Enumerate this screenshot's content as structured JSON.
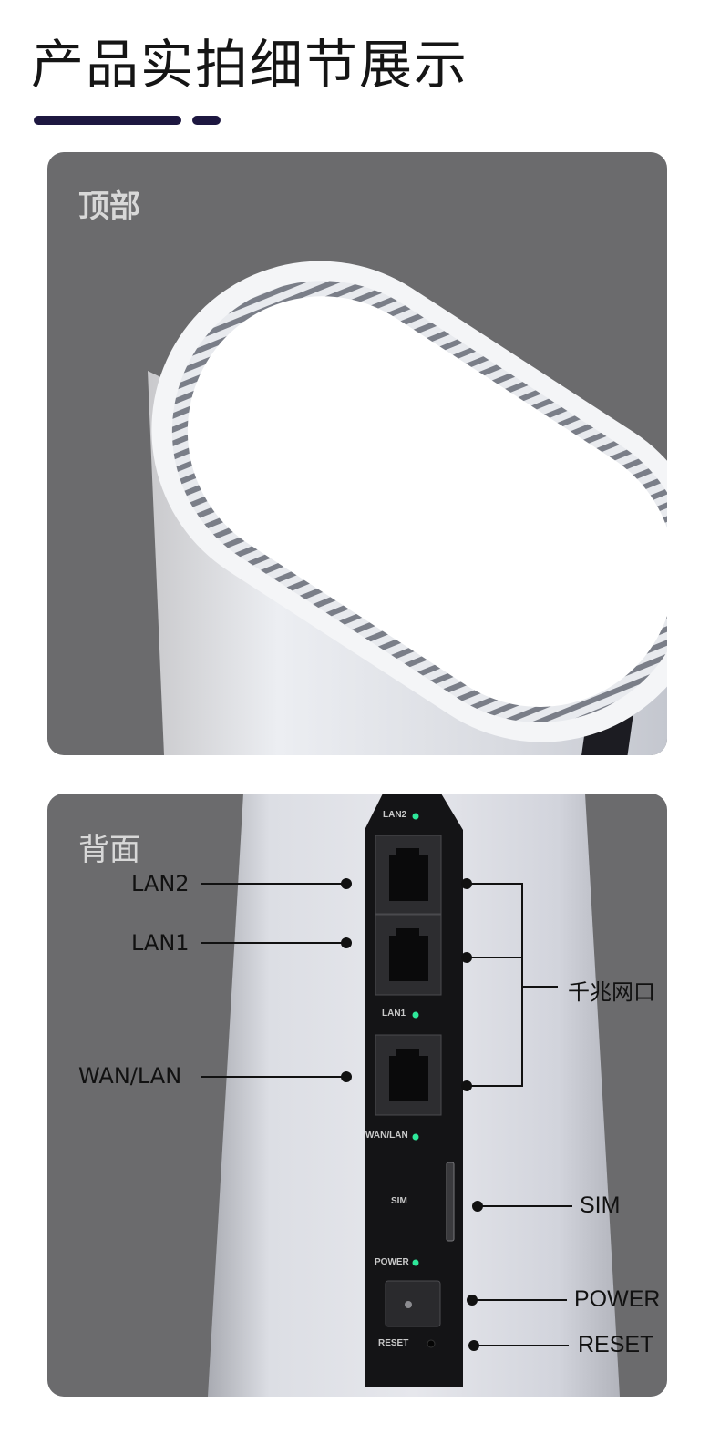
{
  "page": {
    "heading": "产品实拍细节展示",
    "accent_color": "#1d1740"
  },
  "top_panel": {
    "label": "顶部"
  },
  "back_panel": {
    "label": "背面",
    "device_text": {
      "lan2": "LAN2",
      "lan1": "LAN1",
      "wan_lan": "WAN/LAN",
      "sim": "SIM",
      "power": "POWER",
      "reset": "RESET"
    },
    "callouts_left": {
      "lan2": "LAN2",
      "lan1": "LAN1",
      "wan_lan": "WAN/LAN"
    },
    "callouts_right": {
      "gigabit": "千兆网口",
      "sim": "SIM",
      "power": "POWER",
      "reset": "RESET"
    },
    "led_color": "#2ee89a"
  }
}
